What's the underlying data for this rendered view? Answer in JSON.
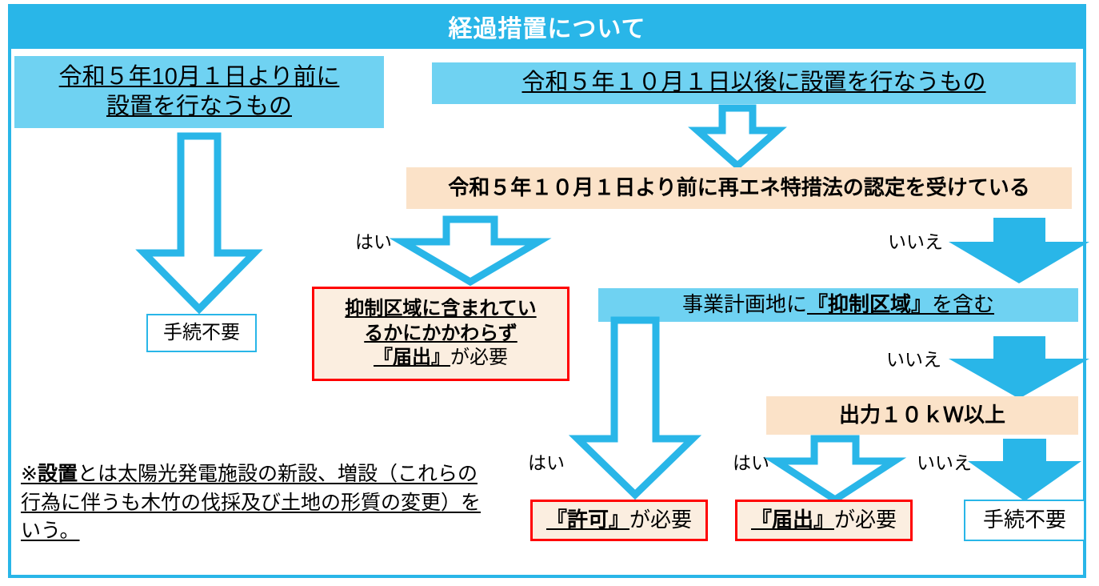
{
  "header": {
    "title": "経過措置について"
  },
  "left_branch": {
    "start_box_line1": "令和５年10月１日より前に",
    "start_box_line2": "設置を行なうもの",
    "result_label": "手続不要"
  },
  "right_branch": {
    "start_box": "令和５年１０月１日以後に設置を行なうもの",
    "decision_1": "令和５年１０月１日より前に再エネ特措法の認定を受けている",
    "decision_1_yes": "はい",
    "decision_1_no": "いいえ",
    "yes_result_line1": "抑制区域に含まれてい",
    "yes_result_line2": "るかにかかわらず",
    "yes_result_line3_bold": "『届出』",
    "yes_result_line3_tail": "が必要",
    "decision_2_prefix": "事業計画地に",
    "decision_2_bold": "『抑制区域』",
    "decision_2_tail": "を含む",
    "decision_2_yes": "はい",
    "decision_2_no": "いいえ",
    "decision_2_yes_result_bold": "『許可』",
    "decision_2_yes_result_tail": "が必要",
    "decision_3": "出力１０ｋＷ以上",
    "decision_3_yes": "はい",
    "decision_3_no": "いいえ",
    "decision_3_yes_result_bold": "『届出』",
    "decision_3_yes_result_tail": "が必要",
    "decision_3_no_result": "手続不要"
  },
  "footnote": {
    "prefix": "※",
    "bold_term": "設置",
    "body": "とは太陽光発電施設の新設、増設（これらの行為に伴うも木竹の伐採及び土地の形質の変更）をいう。"
  },
  "colors": {
    "accent_blue": "#29b6e8",
    "light_blue": "#6fd2f2",
    "peach": "#fbe2c8",
    "peach_light": "#fbeee0",
    "red": "#ff0000",
    "white": "#ffffff",
    "black": "#000000"
  },
  "icons": {
    "arrow_hollow": "down-arrow-outline-icon",
    "arrow_solid": "down-arrow-filled-icon"
  }
}
